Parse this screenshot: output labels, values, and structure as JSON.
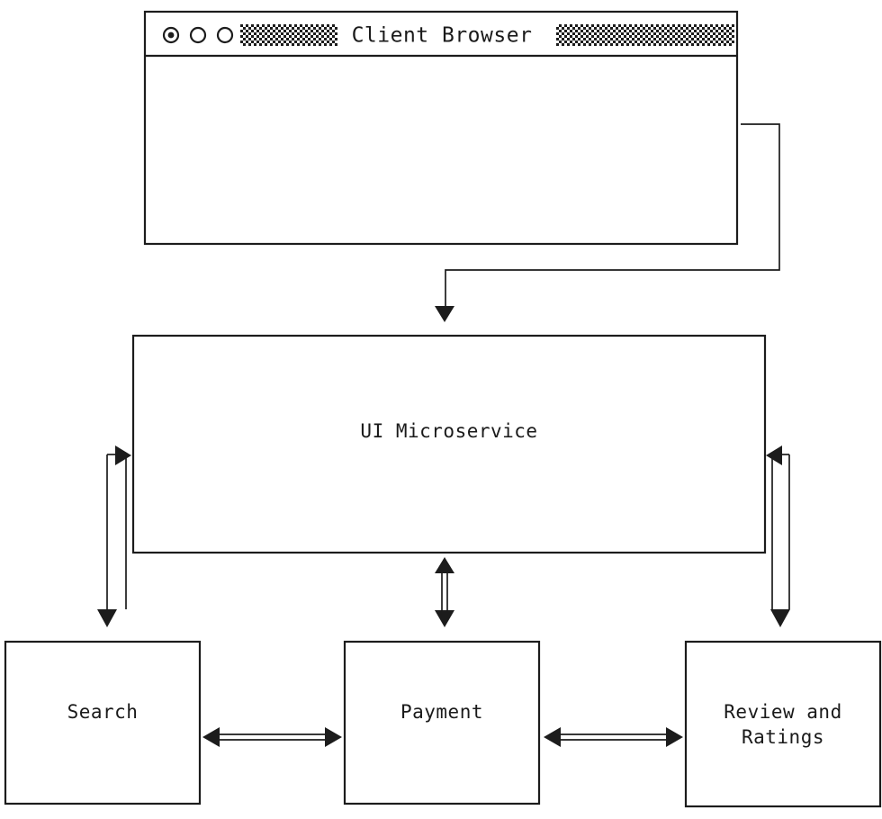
{
  "diagram": {
    "type": "architecture-block-diagram",
    "background_color": "#ffffff",
    "line_color": "#1c1c1c",
    "text_color": "#1a1a1a",
    "browser_window": {
      "title": "Client Browser",
      "traffic_lights": [
        {
          "name": "window-button-active",
          "filled_center": true
        },
        {
          "name": "window-button-second",
          "filled_center": false
        },
        {
          "name": "window-button-third",
          "filled_center": false
        }
      ],
      "texture_left": "halftone-dot-pattern",
      "texture_right": "halftone-dot-pattern"
    },
    "nodes": [
      {
        "id": "ui-microservice",
        "label": "UI Microservice",
        "lines": [
          "UI Microservice"
        ]
      },
      {
        "id": "search",
        "label": "Search",
        "lines": [
          "Search"
        ]
      },
      {
        "id": "payment",
        "label": "Payment",
        "lines": [
          "Payment"
        ]
      },
      {
        "id": "review-and-ratings",
        "label": "Review and Ratings",
        "lines": [
          "Review and",
          "Ratings"
        ]
      }
    ],
    "connections": [
      {
        "from": "client-browser",
        "to": "ui-microservice",
        "direction": "one-way"
      },
      {
        "from": "ui-microservice",
        "to": "search",
        "direction": "two-way"
      },
      {
        "from": "ui-microservice",
        "to": "payment",
        "direction": "two-way"
      },
      {
        "from": "ui-microservice",
        "to": "review-and-ratings",
        "direction": "two-way"
      },
      {
        "from": "search",
        "to": "payment",
        "direction": "two-way"
      },
      {
        "from": "payment",
        "to": "review-and-ratings",
        "direction": "two-way"
      }
    ]
  }
}
